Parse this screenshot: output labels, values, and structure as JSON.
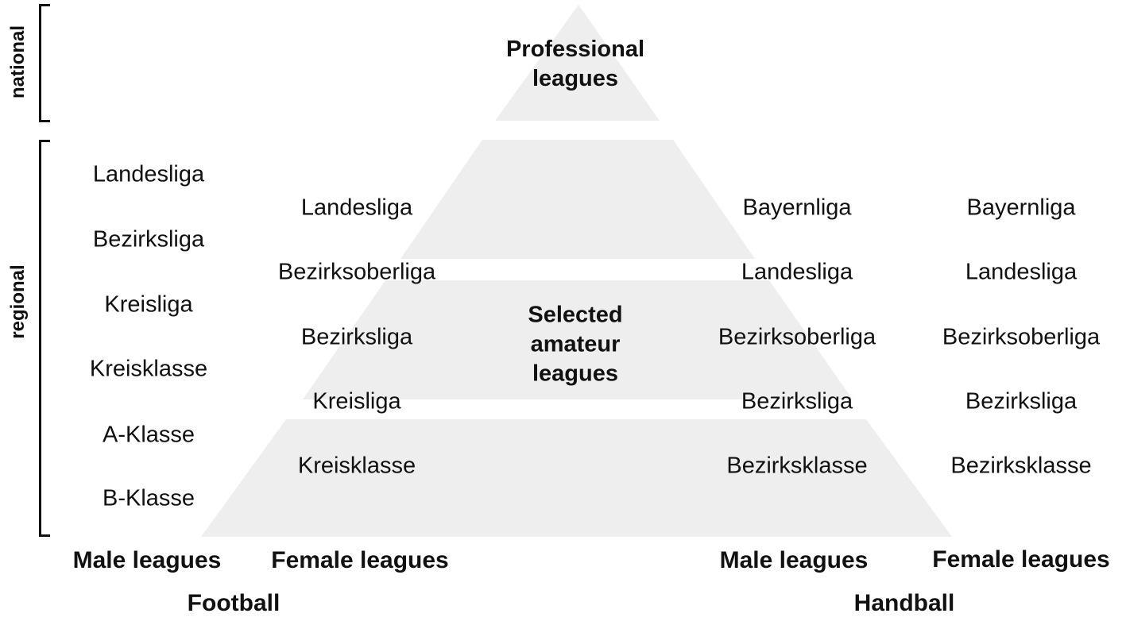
{
  "scale_labels": {
    "national": "national",
    "regional": "regional"
  },
  "pyramid": {
    "fill": "#eeeeee",
    "top_label": "Professional\nleagues",
    "middle_label": "Selected\namateur\nleagues"
  },
  "football": {
    "title": "Football",
    "male": {
      "header": "Male leagues",
      "levels": [
        "Landesliga",
        "Bezirksliga",
        "Kreisliga",
        "Kreisklasse",
        "A-Klasse",
        "B-Klasse"
      ]
    },
    "female": {
      "header": "Female leagues",
      "levels": [
        "Landesliga",
        "Bezirksoberliga",
        "Bezirksliga",
        "Kreisliga",
        "Kreisklasse"
      ]
    }
  },
  "handball": {
    "title": "Handball",
    "male": {
      "header": "Male leagues",
      "levels": [
        "Bayernliga",
        "Landesliga",
        "Bezirksoberliga",
        "Bezirksliga",
        "Bezirksklasse"
      ]
    },
    "female": {
      "header": "Female leagues",
      "levels": [
        "Bayernliga",
        "Landesliga",
        "Bezirksoberliga",
        "Bezirksliga",
        "Bezirksklasse"
      ]
    }
  }
}
